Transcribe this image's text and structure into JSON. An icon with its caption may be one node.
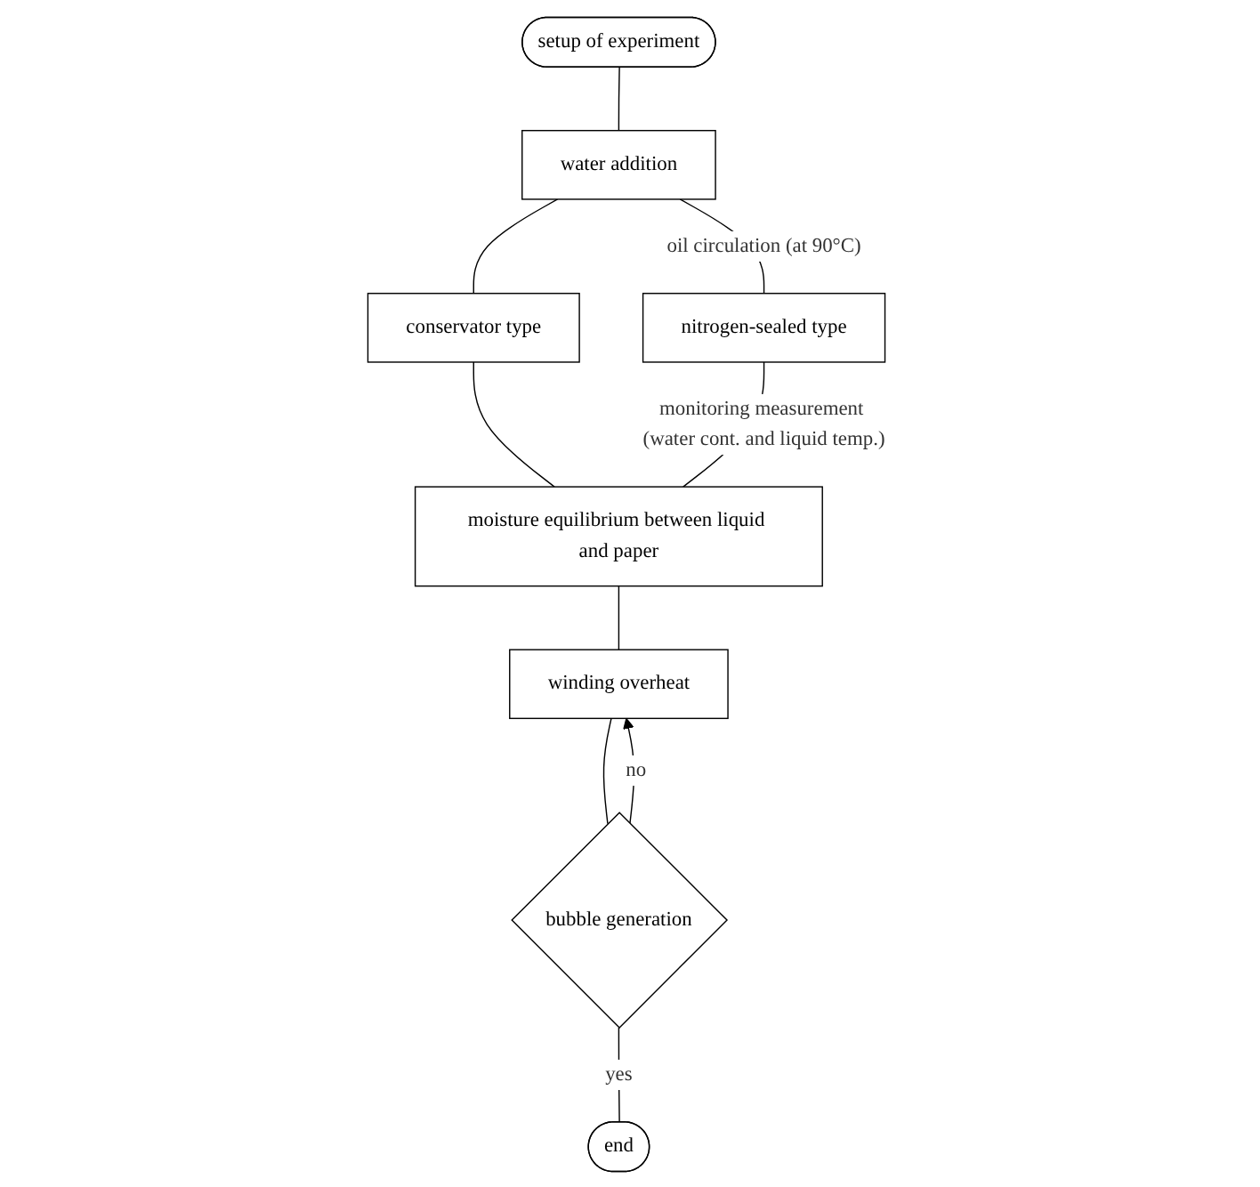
{
  "diagram": {
    "nodes": [
      {
        "text": [
          "setup of experiment"
        ]
      },
      {
        "text": [
          "water addition"
        ]
      },
      {
        "text": [
          "conservator type"
        ]
      },
      {
        "text": [
          "nitrogen-sealed type"
        ]
      },
      {
        "text": [
          "moisture equilibrium between liquid and paper"
        ]
      },
      {
        "text": [
          "winding overheat"
        ]
      },
      {
        "text": [
          "bubble generation"
        ]
      },
      {
        "text": [
          "end"
        ]
      }
    ],
    "edges": [
      {
        "from": 0,
        "to": 1,
        "arrow": "none"
      },
      {
        "from": 1,
        "to": 2,
        "arrow": "none"
      },
      {
        "from": 1,
        "to": 3,
        "arrow": "none",
        "label": "oil circulation (at 90°C)"
      },
      {
        "from": 2,
        "to": 4,
        "arrow": "none"
      },
      {
        "from": 3,
        "to": 4,
        "arrow": "none",
        "label": "monitoring measurement (water cont. and liquid temp.)"
      },
      {
        "from": 4,
        "to": 5,
        "arrow": "none"
      },
      {
        "from": 6,
        "to": 5,
        "arrow": "to",
        "label": "no"
      },
      {
        "from": 5,
        "to": 6,
        "arrow": "none"
      },
      {
        "from": 6,
        "to": 7,
        "arrow": "none",
        "label": "yes"
      }
    ]
  }
}
